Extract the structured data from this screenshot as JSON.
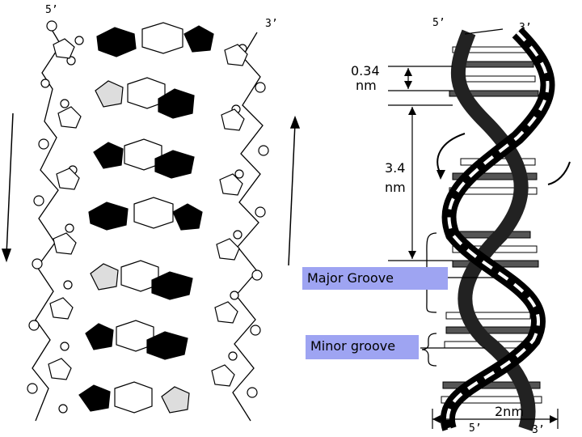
{
  "left_panel": {
    "strand_top_left": "5’",
    "strand_top_right": "3’"
  },
  "right_panel": {
    "top_5prime": "5’",
    "top_3prime": "3’",
    "rise_value": "0.34",
    "rise_unit": "nm",
    "pitch_value": "3.4",
    "pitch_unit": "nm",
    "major_groove": "Major Groove",
    "minor_groove": "Minor groove",
    "diameter": "2nm",
    "bottom_5prime": "5’",
    "bottom_3prime": "3’"
  },
  "colors": {
    "label_box": "#9ea4f2"
  }
}
